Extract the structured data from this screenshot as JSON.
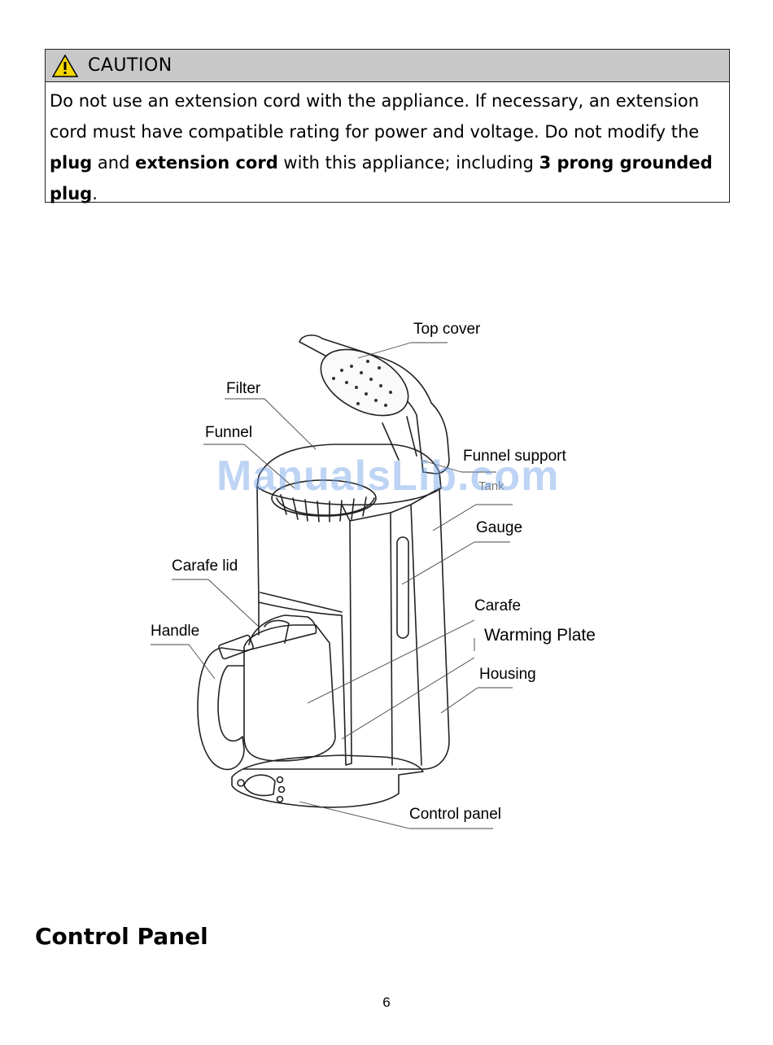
{
  "caution": {
    "title": "CAUTION",
    "p1": "Do not use an extension cord with the appliance. If necessary, an extension cord must have compatible rating for power and voltage. Do not modify the ",
    "b1": "plug",
    "p2": " and ",
    "b2": "extension cord",
    "p3": " with this appliance; including ",
    "b3": "3 prong grounded plug",
    "p4": "."
  },
  "diagram": {
    "labels": {
      "top_cover": "Top cover",
      "filter": "Filter",
      "funnel": "Funnel",
      "funnel_support": "Funnel support",
      "tank": "Tank",
      "gauge": "Gauge",
      "carafe_lid": "Carafe lid",
      "carafe": "Carafe",
      "handle": "Handle",
      "warming_plate": "Warming Plate",
      "housing": "Housing",
      "control_panel": "Control panel"
    }
  },
  "watermark": "ManualsLib.com",
  "section_title": "Control Panel",
  "page_number": "6",
  "colors": {
    "caution_header_bg": "#c8c8c8",
    "warning_yellow": "#f4d800",
    "watermark": "#6ea0e6"
  }
}
